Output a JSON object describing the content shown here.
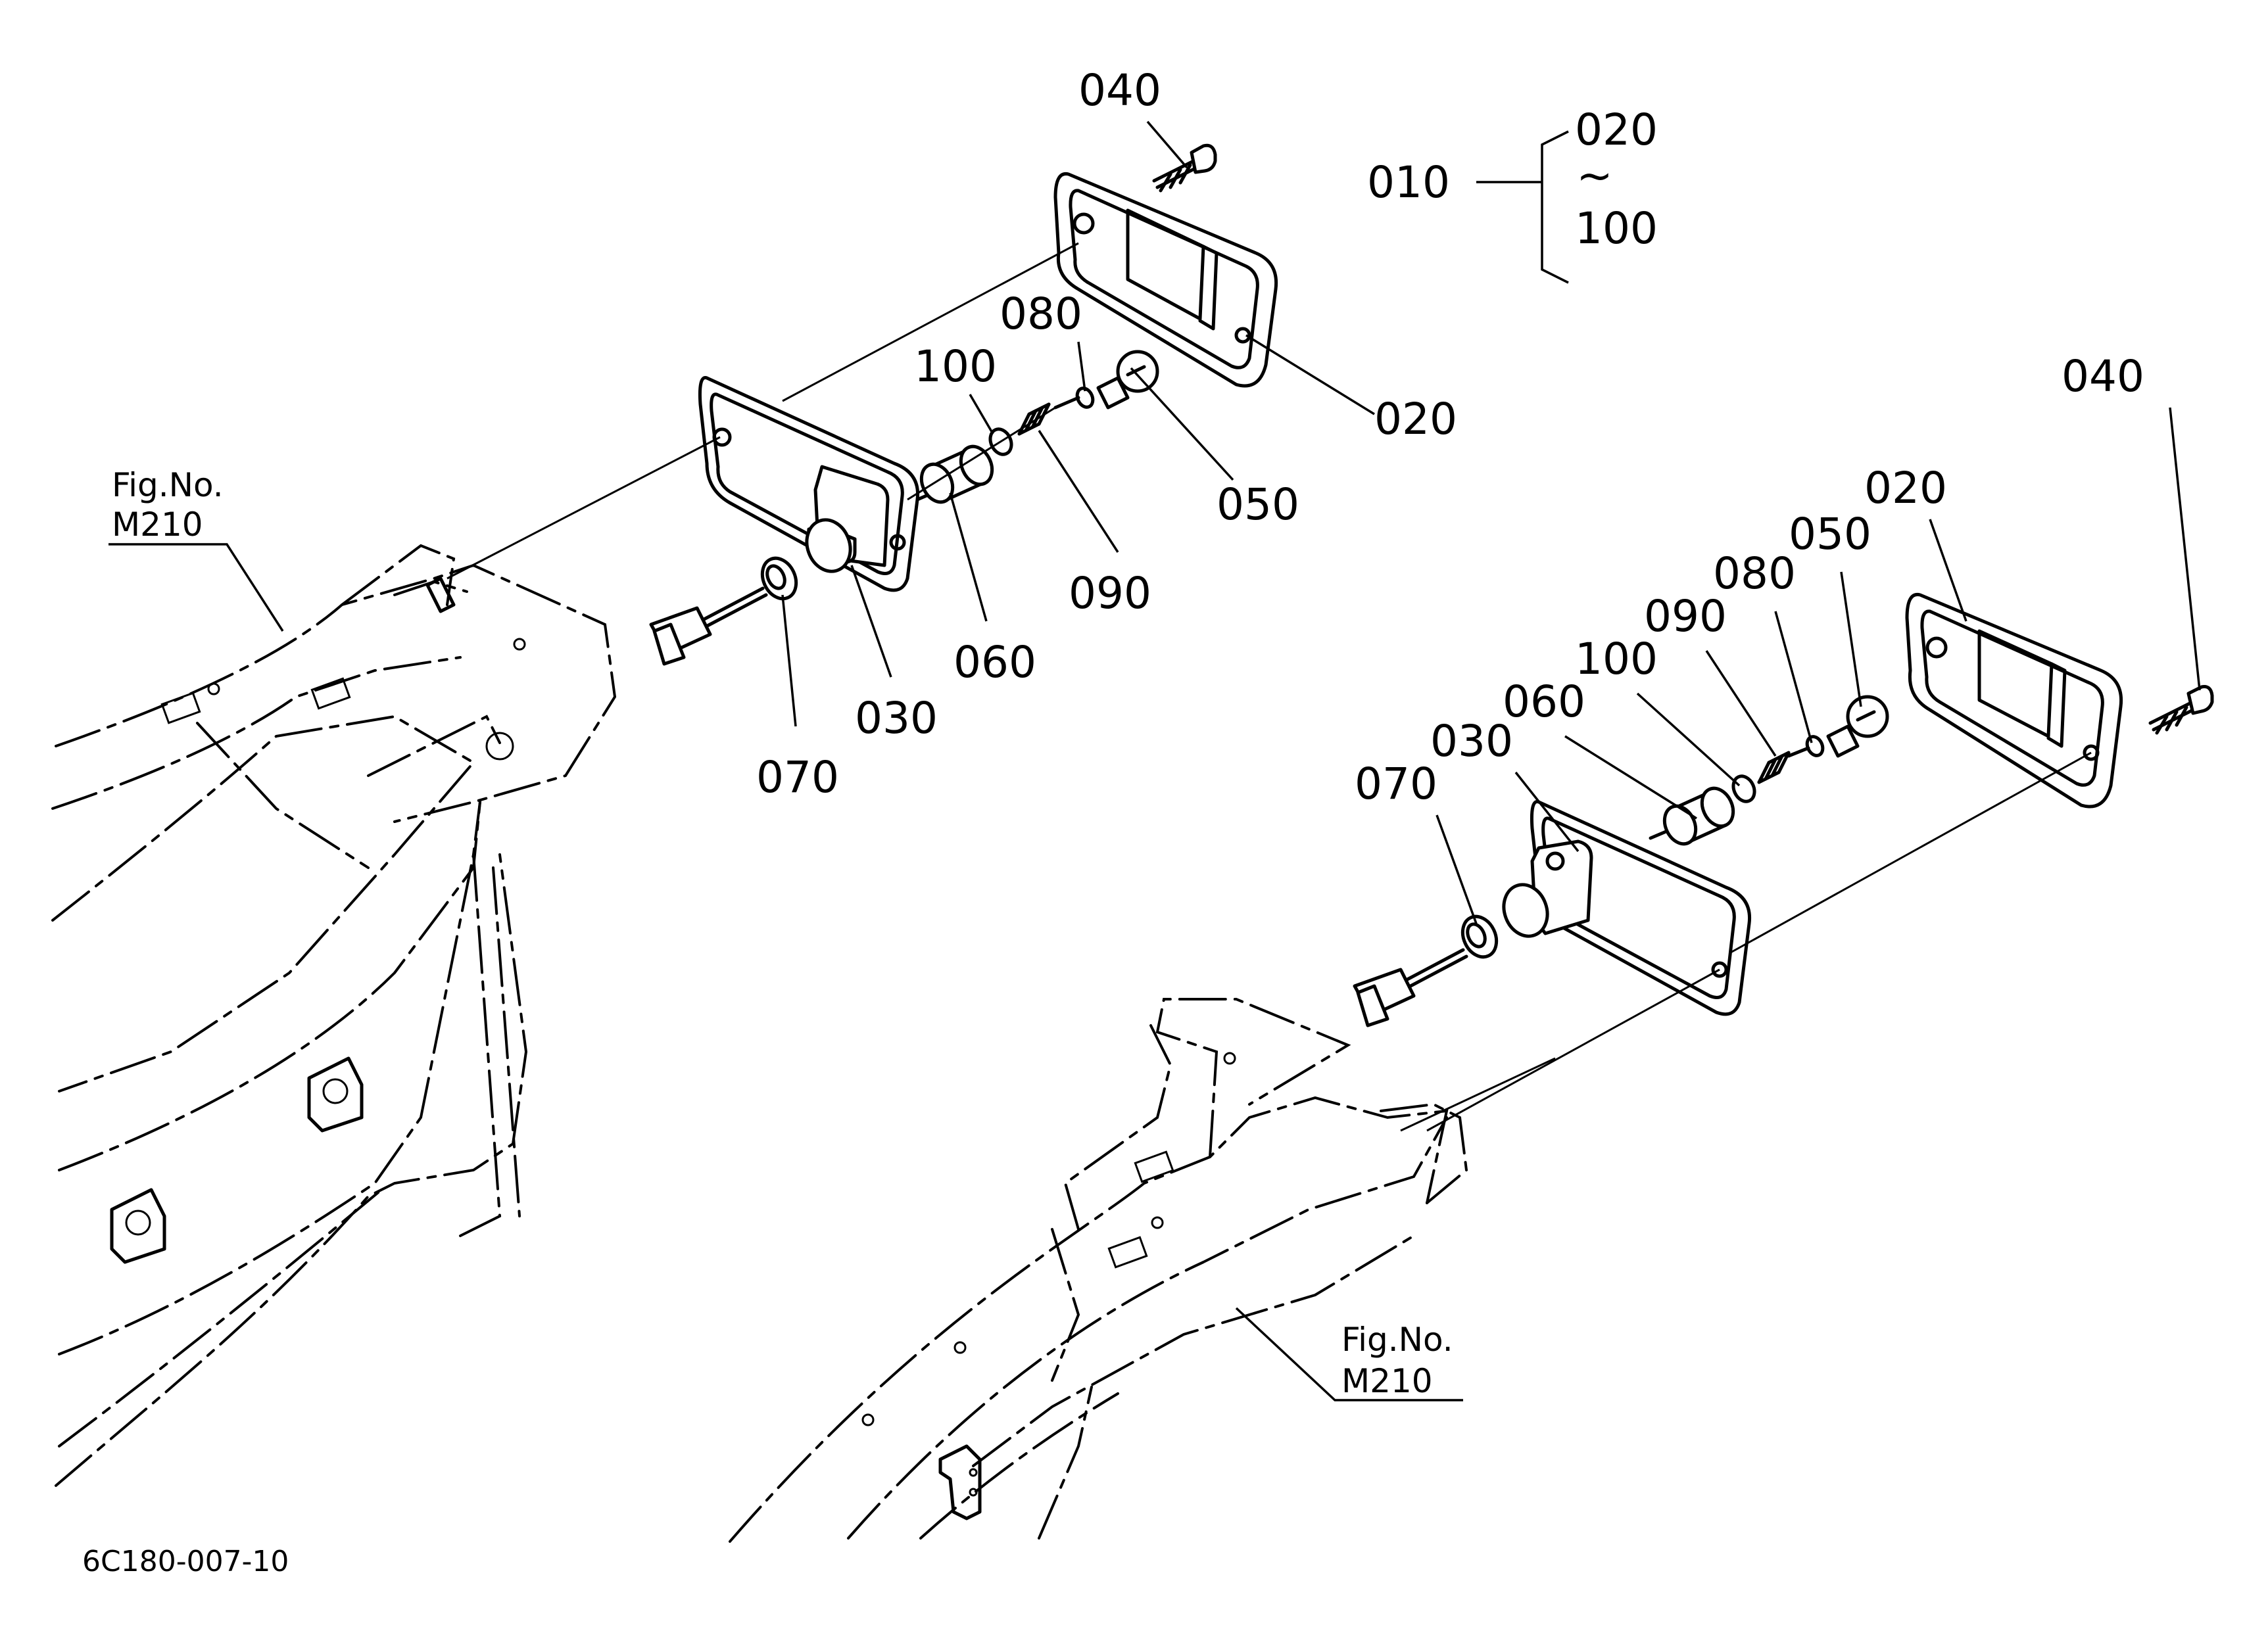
{
  "labels": {
    "p010": "010",
    "bracket_top": "020",
    "bracket_tilde": "~",
    "bracket_bottom": "100",
    "left": {
      "p020": "020",
      "p030": "030",
      "p040": "040",
      "p050": "050",
      "p060": "060",
      "p070": "070",
      "p080": "080",
      "p090": "090",
      "p100": "100"
    },
    "right": {
      "p020": "020",
      "p030": "030",
      "p040": "040",
      "p050": "050",
      "p060": "060",
      "p070": "070",
      "p080": "080",
      "p090": "090",
      "p100": "100"
    }
  },
  "refs": {
    "left": {
      "fig": "Fig.No.",
      "num": "M210"
    },
    "right": {
      "fig": "Fig.No.",
      "num": "M210"
    }
  },
  "drawing_code": "6C180-007-10"
}
